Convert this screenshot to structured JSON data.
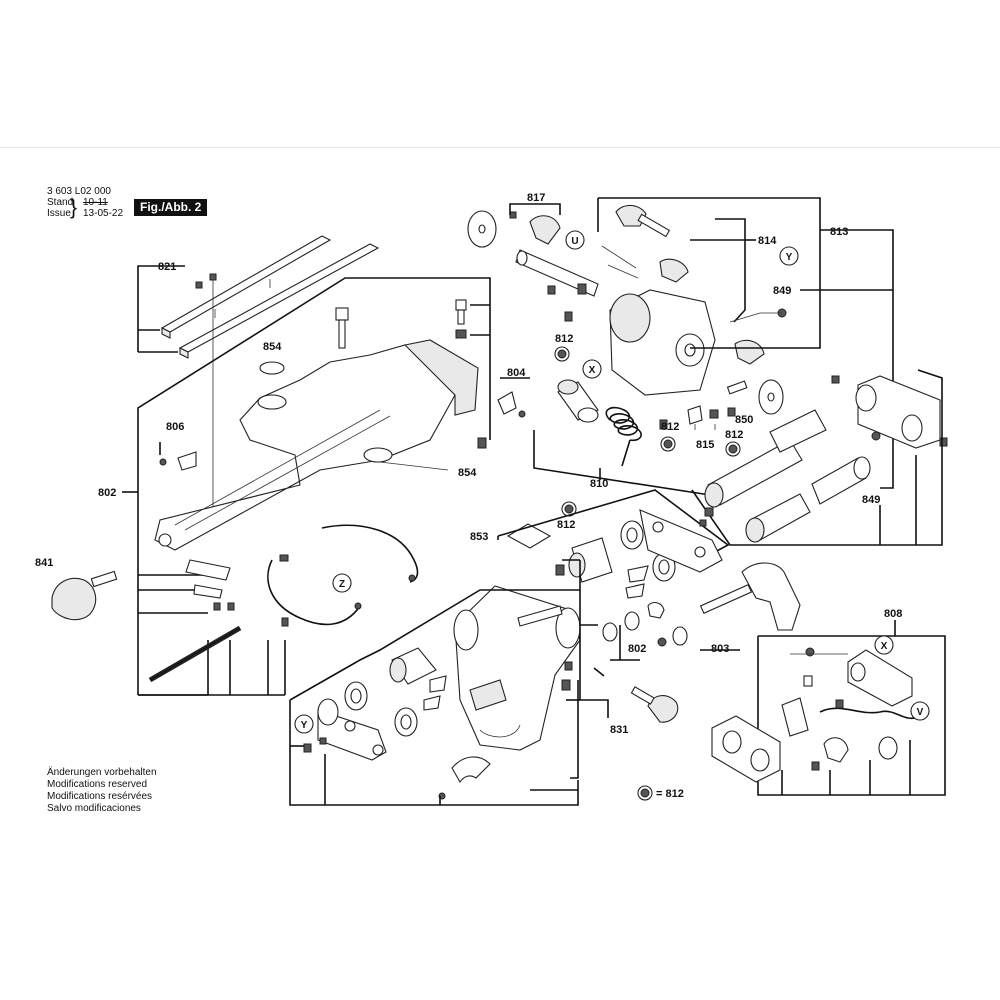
{
  "header": {
    "doc_number": "3 603 L02 000",
    "stand_label": "Stand",
    "stand_value": "10-11",
    "issue_label": "Issue",
    "issue_value": "13-05-22",
    "figure_label": "Fig./Abb. 2"
  },
  "notes": [
    "Änderungen vorbehalten",
    "Modifications reserved",
    "Modifications resérvées",
    "Salvo modificaciones"
  ],
  "legend": {
    "symbol_text": "= 812"
  },
  "callouts": {
    "c817": "817",
    "c813": "813",
    "c814": "814",
    "c849a": "849",
    "c812a": "812",
    "c850": "850",
    "c815": "815",
    "c812b": "812",
    "c812c": "812",
    "c810": "810",
    "c849b": "849",
    "c821": "821",
    "c854a": "854",
    "c804": "804",
    "c806": "806",
    "c802": "802",
    "c854b": "854",
    "c841": "841",
    "c853": "853",
    "c812d": "812",
    "c802b": "802",
    "c803": "803",
    "c808": "808",
    "c831": "831"
  },
  "circled": {
    "u": "U",
    "y1": "Y",
    "x1": "X",
    "z": "Z",
    "x2": "X",
    "v": "V",
    "y2": "Y"
  }
}
